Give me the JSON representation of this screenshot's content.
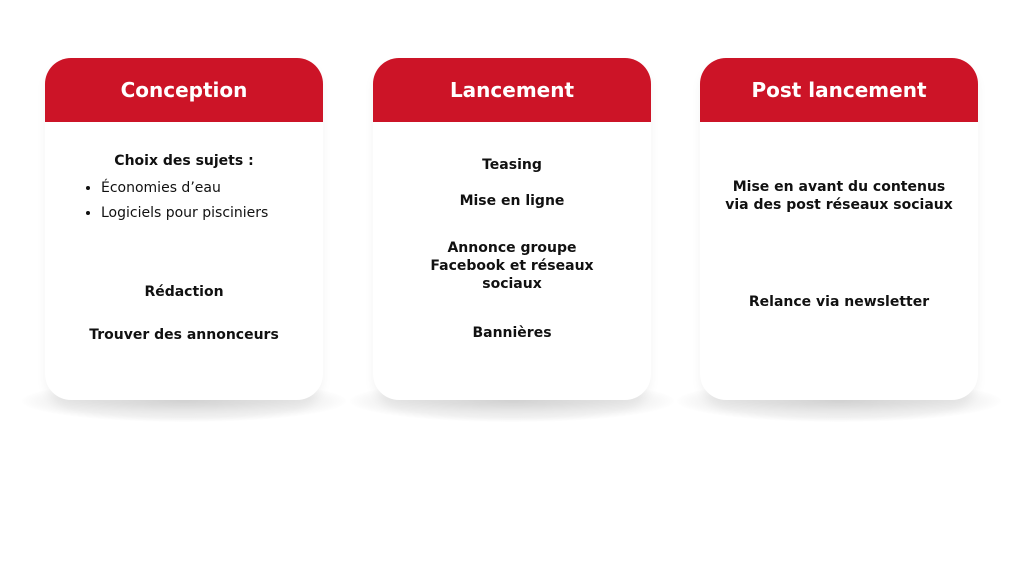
{
  "accent_color": "#cc1427",
  "cards": [
    {
      "title": "Conception",
      "subject_heading": "Choix des sujets :",
      "bullets": [
        "Économies d’eau",
        "Logiciels pour pisciniers"
      ],
      "items": [
        "Rédaction",
        "Trouver des annonceurs"
      ]
    },
    {
      "title": "Lancement",
      "items": [
        "Teasing",
        "Mise en ligne",
        "Annonce groupe Facebook et réseaux sociaux",
        "Bannières"
      ]
    },
    {
      "title": "Post lancement",
      "items": [
        "Mise en avant du contenus via des post réseaux sociaux",
        "Relance via newsletter"
      ]
    }
  ]
}
